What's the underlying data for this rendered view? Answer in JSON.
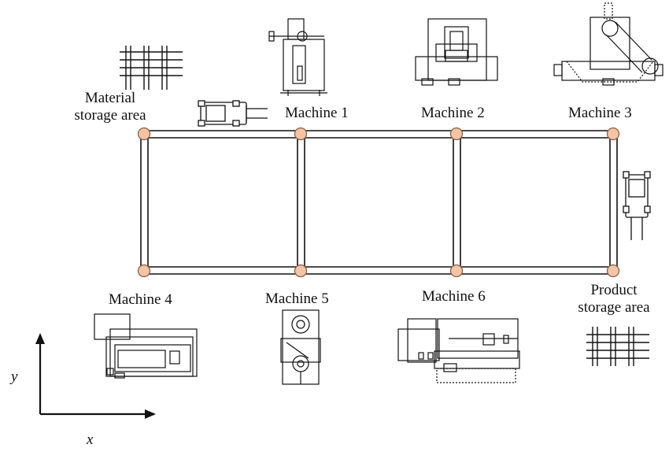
{
  "labels": {
    "material_storage": [
      "Material",
      "storage area"
    ],
    "product_storage": [
      "Product",
      "storage area"
    ],
    "machine_1": "Machine 1",
    "machine_2": "Machine 2",
    "machine_3": "Machine 3",
    "machine_4": "Machine 4",
    "machine_5": "Machine 5",
    "machine_6": "Machine 6"
  },
  "axes": {
    "x": "x",
    "y": "y"
  },
  "icons": {
    "material_storage": "storage-rack-icon",
    "product_storage": "storage-rack-icon",
    "vehicle": "forklift-agv-icon",
    "machine": "machine-tool-icon",
    "node": "node-circle-icon"
  },
  "colors": {
    "node_fill": "#f3c4a6",
    "node_stroke": "#8a5a40",
    "line": "#111111"
  }
}
